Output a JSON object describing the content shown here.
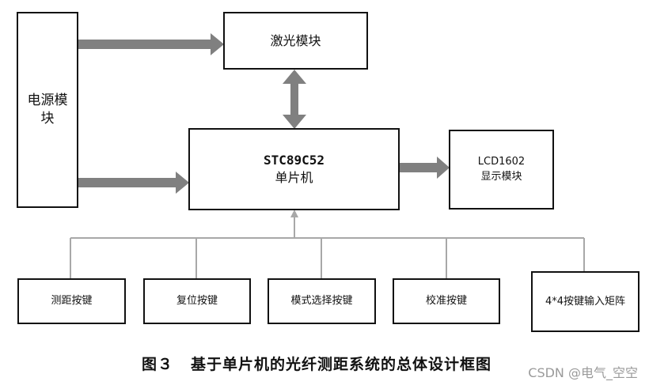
{
  "diagram": {
    "colors": {
      "box_border": "#111111",
      "arrow": "#808080",
      "connector": "#a8a8a8",
      "watermark": "#9a9a9a"
    },
    "nodes": {
      "power": "电源模\n块",
      "laser": "激光模块",
      "mcu_line1": "STC89C52",
      "mcu_line2": "单片机",
      "lcd_line1": "LCD1602",
      "lcd_line2": "显示模块",
      "keys": [
        "测距按键",
        "复位按键",
        "模式选择按键",
        "校准按键",
        "4*4按键输入矩阵"
      ]
    }
  },
  "caption": {
    "figure": "图３",
    "title": "基于单片机的光纤测距系统的总体设计框图"
  },
  "watermark": "CSDN @电气_空空"
}
